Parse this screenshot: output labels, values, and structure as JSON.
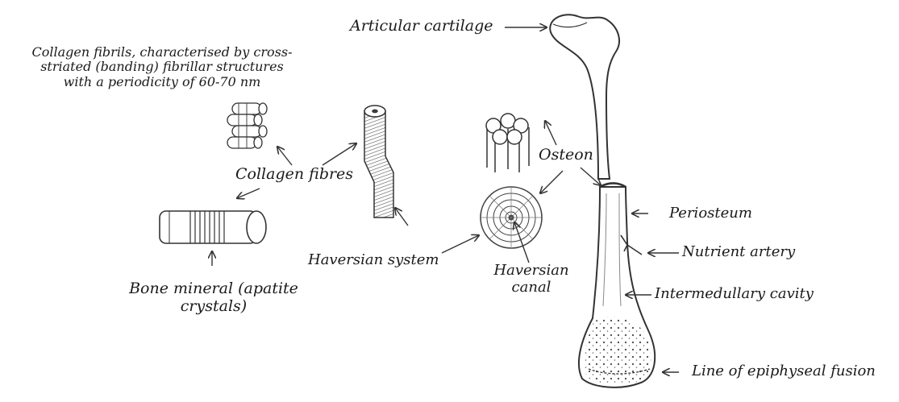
{
  "labels": {
    "articular_cartilage": "Articular cartilage",
    "collagen_fibrils_line1": "Collagen fibrils, characterised by cross-",
    "collagen_fibrils_line2": "striated (banding) fibrillar structures",
    "collagen_fibrils_line3": "with a periodicity of 60-70 nm",
    "collagen_fibres": "Collagen fibres",
    "osteon": "Osteon",
    "periosteum": "Periosteum",
    "nutrient_artery": "Nutrient artery",
    "haversian_system": "Haversian system",
    "haversian_canal_line1": "Haversian",
    "haversian_canal_line2": "canal",
    "intermedullary_cavity": "Intermedullary cavity",
    "bone_mineral_line1": "Bone mineral (apatite",
    "bone_mineral_line2": "crystals)",
    "epiphyseal_fusion": "Line of epiphyseal fusion"
  },
  "colors": {
    "line": "#333333",
    "text": "#1a1a1a",
    "shade": "#777777",
    "background": "#ffffff"
  }
}
